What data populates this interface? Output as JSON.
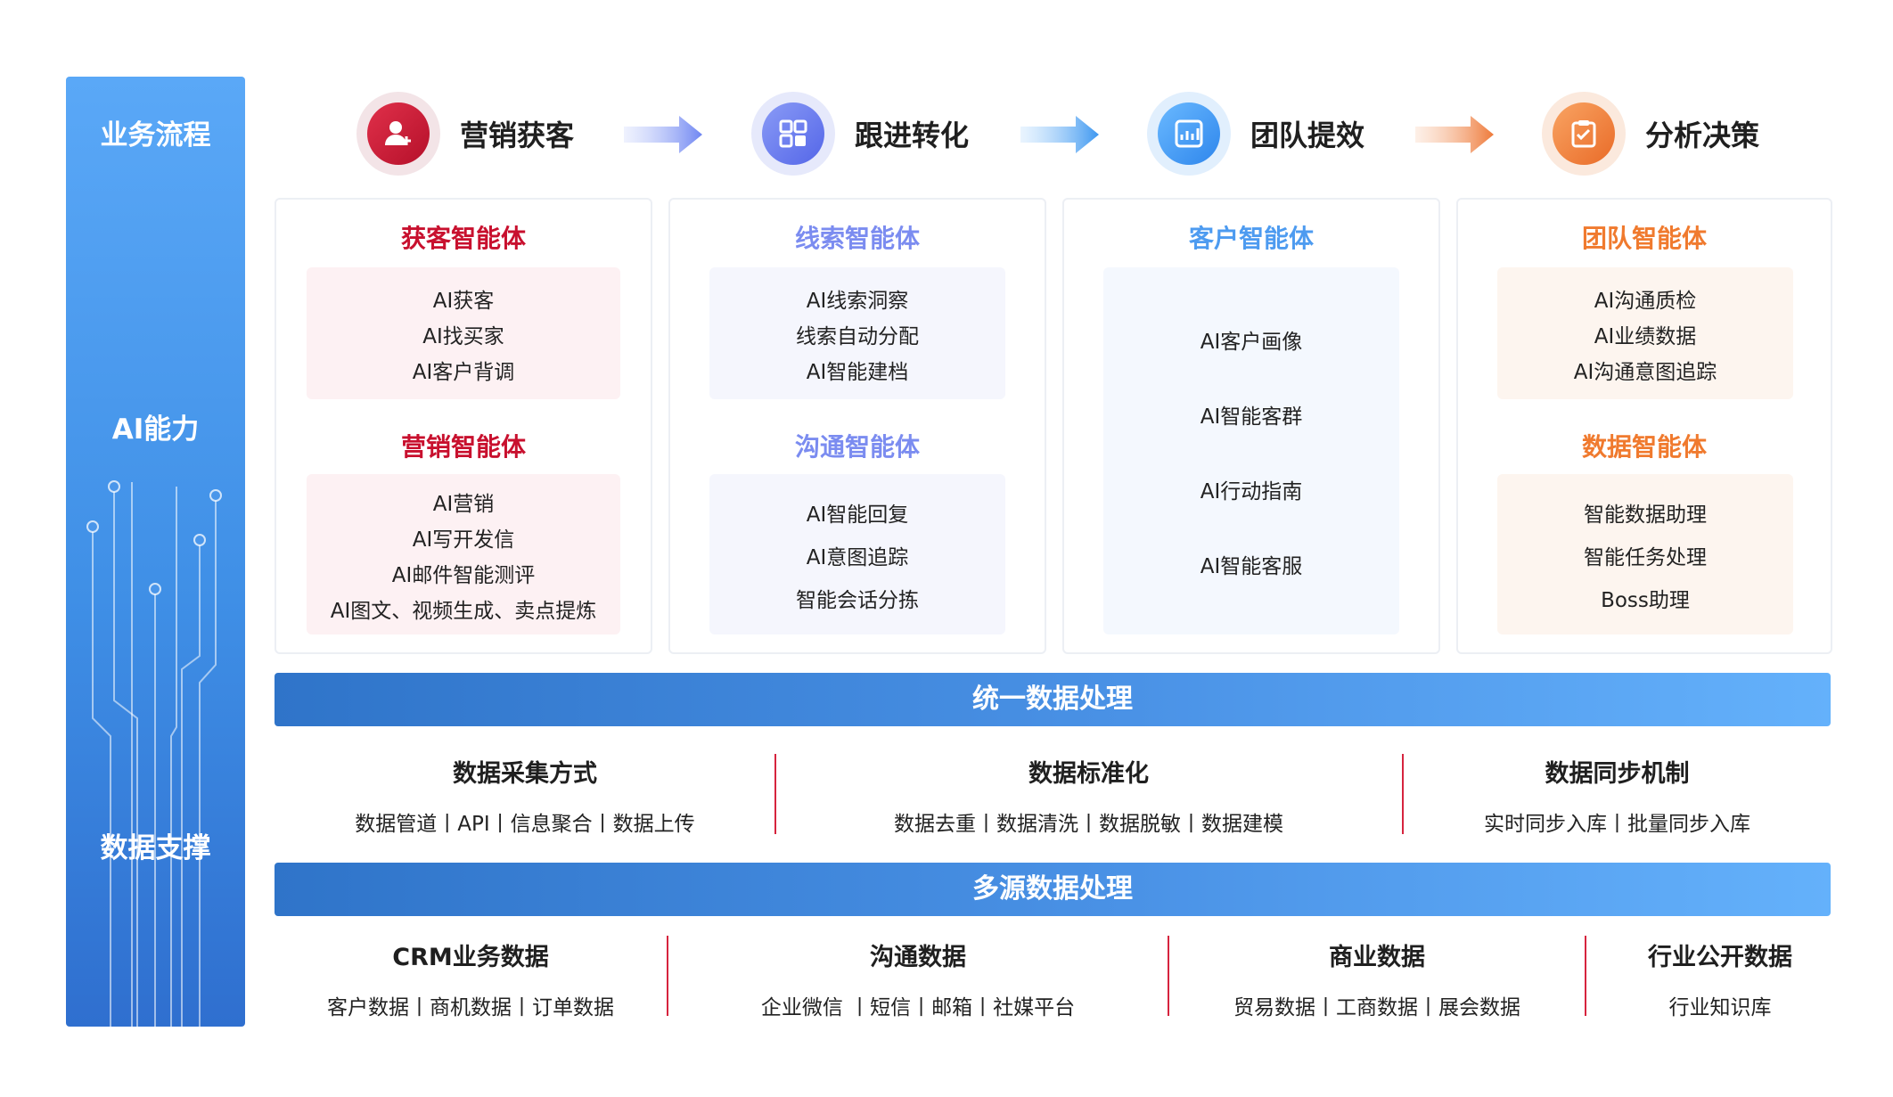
{
  "sidebar": {
    "label_process": "业务流程",
    "label_ai": "AI能力",
    "label_data": "数据支撑"
  },
  "stages": [
    {
      "name": "营销获客",
      "icon": "user-plus-icon",
      "color": "#c8102e"
    },
    {
      "name": "跟进转化",
      "icon": "grid-icon",
      "color": "#5b6ef0"
    },
    {
      "name": "团队提效",
      "icon": "chart-icon",
      "color": "#3b8ff2"
    },
    {
      "name": "分析决策",
      "icon": "clipboard-icon",
      "color": "#f07a2e"
    }
  ],
  "cards": [
    {
      "agents": [
        {
          "title": "获客智能体",
          "items": [
            "AI获客",
            "AI找买家",
            "AI客户背调"
          ]
        },
        {
          "title": "营销智能体",
          "items": [
            "AI营销",
            "AI写开发信",
            "AI邮件智能测评",
            "AI图文、视频生成、卖点提炼"
          ]
        }
      ]
    },
    {
      "agents": [
        {
          "title": "线索智能体",
          "items": [
            "AI线索洞察",
            "线索自动分配",
            "AI智能建档"
          ]
        },
        {
          "title": "沟通智能体",
          "items": [
            "AI智能回复",
            "AI意图追踪",
            "智能会话分拣"
          ]
        }
      ]
    },
    {
      "agents": [
        {
          "title": "客户智能体",
          "items": [
            "AI客户画像",
            "AI智能客群",
            "AI行动指南",
            "AI智能客服"
          ]
        }
      ]
    },
    {
      "agents": [
        {
          "title": "团队智能体",
          "items": [
            "AI沟通质检",
            "AI业绩数据",
            "AI沟通意图追踪"
          ]
        },
        {
          "title": "数据智能体",
          "items": [
            "智能数据助理",
            "智能任务处理",
            "Boss助理"
          ]
        }
      ]
    }
  ],
  "unified": {
    "title": "统一数据处理",
    "columns": [
      {
        "heading": "数据采集方式",
        "text": "数据管道丨API丨信息聚合丨数据上传"
      },
      {
        "heading": "数据标准化",
        "text": "数据去重丨数据清洗丨数据脱敏丨数据建模"
      },
      {
        "heading": "数据同步机制",
        "text": "实时同步入库丨批量同步入库"
      }
    ]
  },
  "multi": {
    "title": "多源数据处理",
    "columns": [
      {
        "heading": "CRM业务数据",
        "text": "客户数据丨商机数据丨订单数据"
      },
      {
        "heading": "沟通数据",
        "text": "企业微信 丨短信丨邮箱丨社媒平台"
      },
      {
        "heading": "商业数据",
        "text": "贸易数据丨工商数据丨展会数据"
      },
      {
        "heading": "行业公开数据",
        "text": "行业知识库"
      }
    ]
  },
  "colors": {
    "red_title": "#c8102e",
    "purple_title": "#7b8cf0",
    "blue_title": "#4d9bf0",
    "orange_title": "#f07a2e",
    "divider": "#d6243e"
  }
}
